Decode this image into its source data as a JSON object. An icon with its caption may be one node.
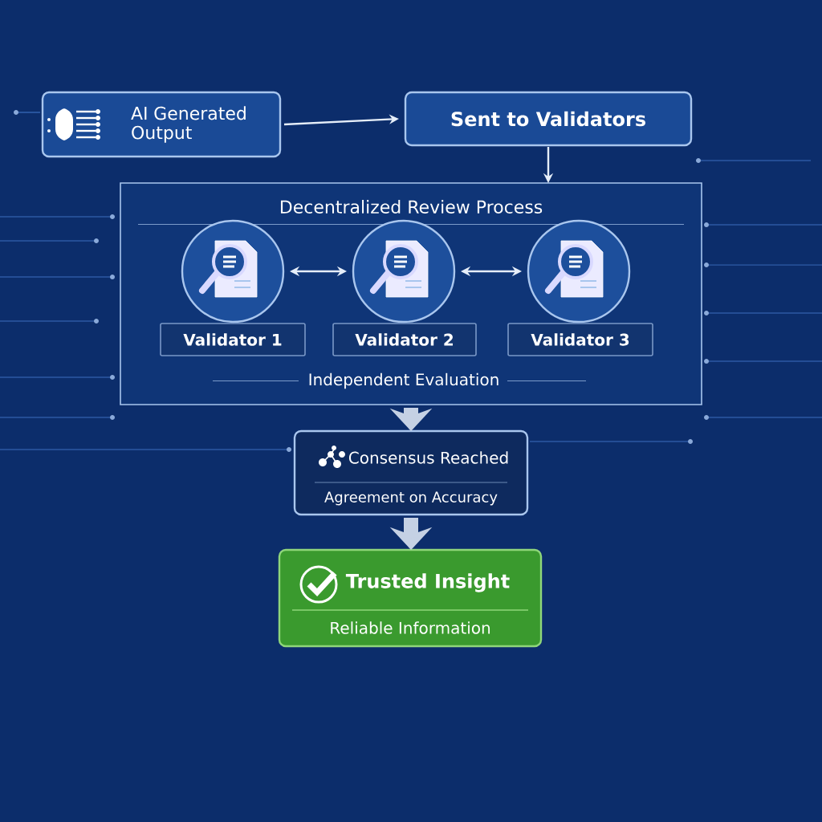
{
  "diagram": {
    "nodes": [
      {
        "text": [
          "AI Generated Output"
        ]
      },
      {
        "text": [
          "Sent to Validators"
        ]
      },
      {
        "text": [
          "Decentralized Review Process",
          "Independent Evaluation"
        ]
      },
      {
        "text": [],
        "shape": "circle",
        "in": 2
      },
      {
        "text": [],
        "shape": "circle",
        "in": 2
      },
      {
        "text": [],
        "shape": "circle",
        "in": 2
      },
      {
        "text": [
          "Validator 1"
        ],
        "in": 2
      },
      {
        "text": [
          "Validator 2"
        ],
        "in": 2
      },
      {
        "text": [
          "Validator 3"
        ],
        "in": 2
      },
      {
        "text": [
          "Consensus Reached",
          "Agreement on Accuracy"
        ]
      },
      {
        "text": [
          "Trusted Insight",
          "Reliable Information"
        ]
      }
    ],
    "edges": [
      {
        "from": 0,
        "to": 1,
        "arrow": "to"
      },
      {
        "from": 1,
        "to": 2,
        "arrow": "to"
      },
      {
        "from": 3,
        "to": 4,
        "arrow": "both"
      },
      {
        "from": 4,
        "to": 5,
        "arrow": "both"
      },
      {
        "from": 2,
        "to": 9,
        "arrow": "to",
        "style": "thick"
      },
      {
        "from": 9,
        "to": 10,
        "arrow": "to",
        "style": "thick"
      }
    ]
  }
}
